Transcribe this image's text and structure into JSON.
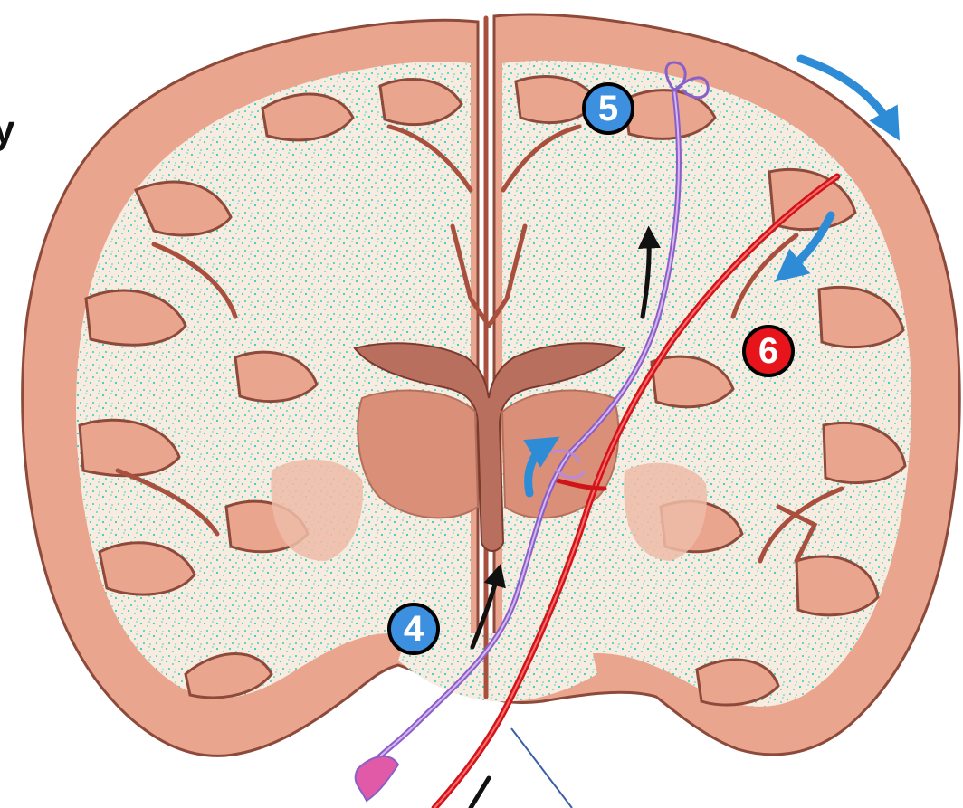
{
  "edge_text": "y",
  "markers": [
    {
      "id": "marker-5",
      "label": "5",
      "color": "blue"
    },
    {
      "id": "marker-6",
      "label": "6",
      "color": "red"
    },
    {
      "id": "marker-4",
      "label": "4",
      "color": "blue"
    }
  ],
  "colors": {
    "cortex": "#eaa58e",
    "sulcus": "#a94f3e",
    "white_matter": "#f7ecdf",
    "speckle": "#2fd0c4",
    "ventricle": "#b86f5e",
    "thalamus": "#d98f78",
    "artery": "#d0151a",
    "vein_tract": "#8a5fc8",
    "flow_arrow": "#2e8bd6",
    "marker_blue": "#3d8fe0",
    "marker_red": "#e8141c"
  }
}
